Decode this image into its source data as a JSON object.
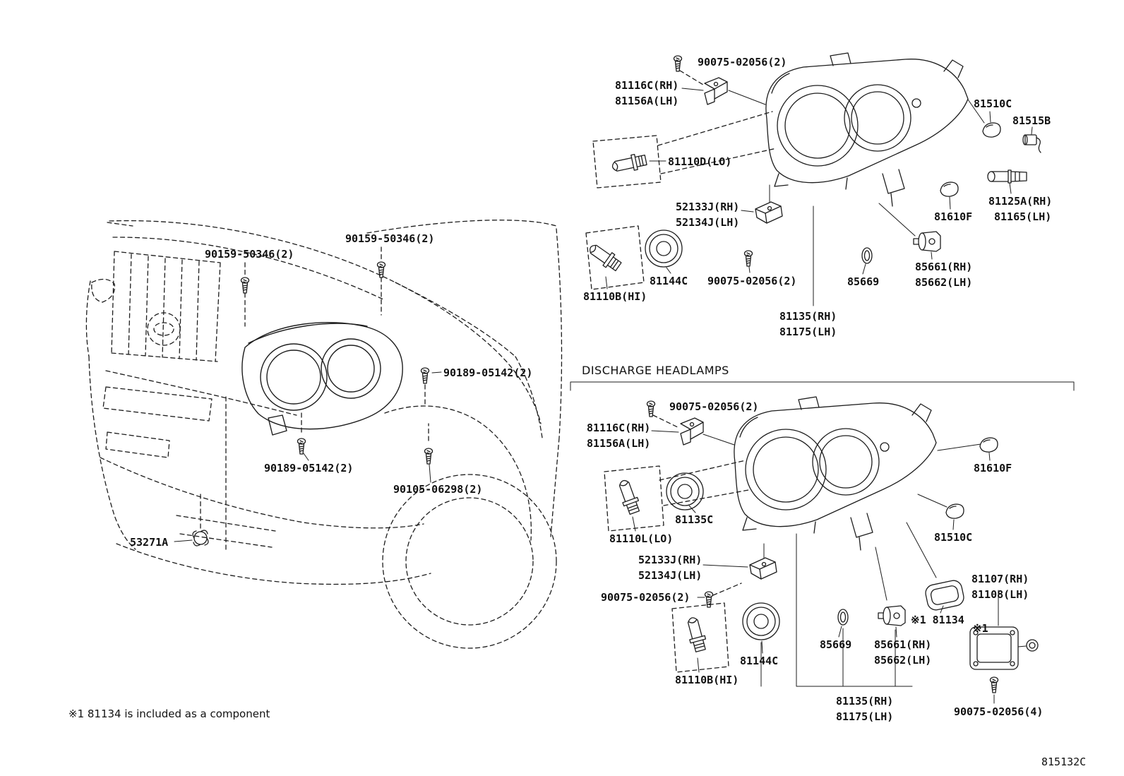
{
  "diagram": {
    "section_title": "DISCHARGE HEADLAMPS",
    "footnote": "※1 81134 is included as a component",
    "diagram_code": "815132C"
  },
  "labels": {
    "p90075x2": "90075-02056(2)",
    "p90075x4": "90075-02056(4)",
    "p90159": "90159-50346(2)",
    "p90189": "90189-05142(2)",
    "p90105": "90105-06298(2)",
    "p53271a": "53271A",
    "p81116c": "81116C(RH)",
    "p81156a": "81156A(LH)",
    "p81510c": "81510C",
    "p81515b": "81515B",
    "p81110d": "81110D(LO)",
    "p81110l": "81110L(LO)",
    "p81110b": "81110B(HI)",
    "p52133j": "52133J(RH)",
    "p52134j": "52134J(LH)",
    "p81125a": "81125A(RH)",
    "p81165": "81165(LH)",
    "p81610f": "81610F",
    "p85661": "85661(RH)",
    "p85662": "85662(LH)",
    "p85669": "85669",
    "p81144c": "81144C",
    "p81135": "81135(RH)",
    "p81175": "81175(LH)",
    "p81135c": "81135C",
    "p81107": "81107(RH)",
    "p81108": "81108(LH)",
    "p81134note": "※1 81134",
    "ref1": "※1"
  }
}
